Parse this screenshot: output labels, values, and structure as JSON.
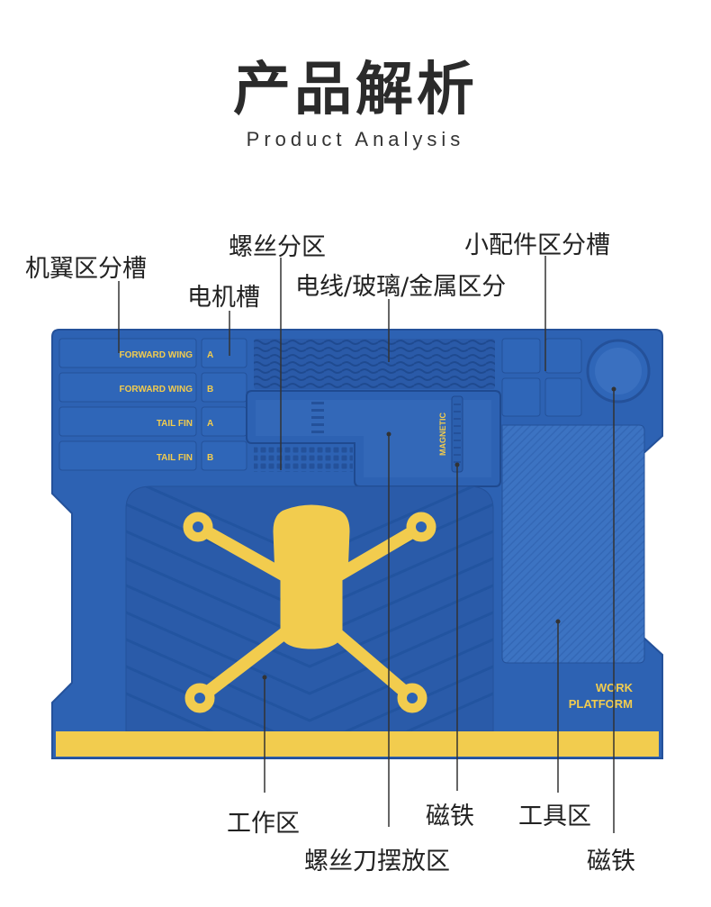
{
  "header": {
    "title": "产品解析",
    "subtitle": "Product Analysis"
  },
  "mat": {
    "slot_labels": [
      {
        "wing": "FORWARD WING",
        "letter": "A"
      },
      {
        "wing": "FORWARD WING",
        "letter": "B"
      },
      {
        "wing": "TAIL FIN",
        "letter": "A"
      },
      {
        "wing": "TAIL FIN",
        "letter": "B"
      }
    ],
    "magnetic_label": "MAGNETIC",
    "platform_line1": "WORK",
    "platform_line2": "PLATFORM",
    "colors": {
      "mat_blue": "#2d62b3",
      "mat_dark_blue": "#24519a",
      "accent_yellow": "#f2cc4e",
      "label_text": "#222222"
    }
  },
  "callouts": {
    "wing_slot": "机翼区分槽",
    "screw_zone": "螺丝分区",
    "motor_slot": "电机槽",
    "wire_glass_metal": "电线/玻璃/金属区分",
    "small_parts": "小配件区分槽",
    "work_area": "工作区",
    "magnet_center": "磁铁",
    "screwdriver_rest": "螺丝刀摆放区",
    "tool_area": "工具区",
    "magnet_right": "磁铁"
  }
}
